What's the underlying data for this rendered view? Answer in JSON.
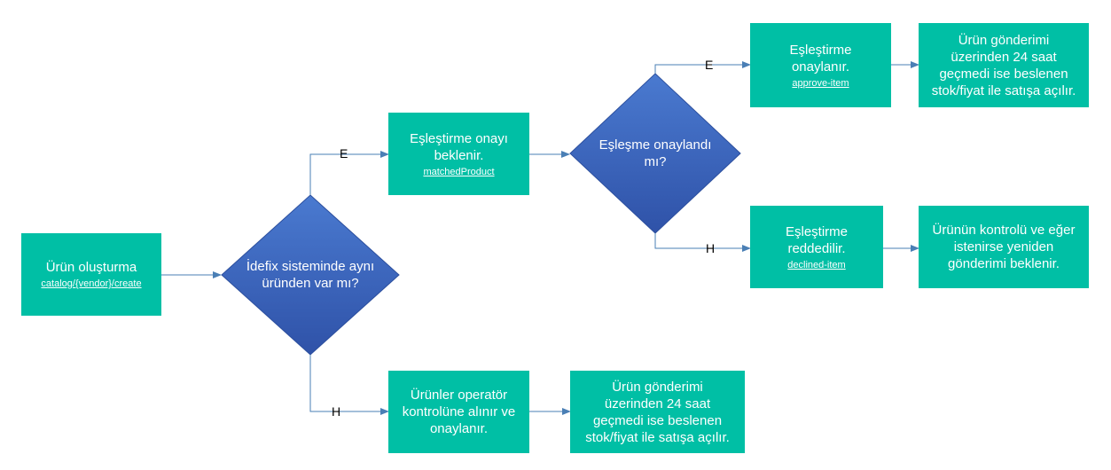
{
  "nodes": {
    "create": {
      "text": "Ürün oluşturma",
      "link": "catalog/{vendor}/create"
    },
    "check_exists": {
      "text": "İdefix sisteminde aynı üründen var mı?"
    },
    "await_match": {
      "text": "Eşleştirme onayı beklenir.",
      "link": "matchedProduct"
    },
    "match_approved_q": {
      "text": "Eşleşme onaylandı mı?"
    },
    "approved": {
      "text": "Eşleştirme onaylanır.",
      "link": "approve-item"
    },
    "approved_sale": {
      "text": "Ürün gönderimi üzerinden 24 saat geçmedi ise beslenen stok/fiyat ile satışa açılır."
    },
    "declined": {
      "text": "Eşleştirme reddedilir.",
      "link": "declined-item"
    },
    "declined_next": {
      "text": "Ürünün kontrolü ve eğer istenirse yeniden gönderimi beklenir."
    },
    "operator": {
      "text": "Ürünler operatör kontrolüne alınır ve onaylanır."
    },
    "operator_sale": {
      "text": "Ürün gönderimi üzerinden 24 saat geçmedi ise beslenen stok/fiyat ile satışa açılır."
    }
  },
  "edge_labels": {
    "exists_yes": "E",
    "exists_no": "H",
    "approved_yes": "E",
    "approved_no": "H"
  },
  "colors": {
    "box_fill": "#00bfa5",
    "diamond_fill": "#3a63c4",
    "connector": "#4a7fb5"
  }
}
